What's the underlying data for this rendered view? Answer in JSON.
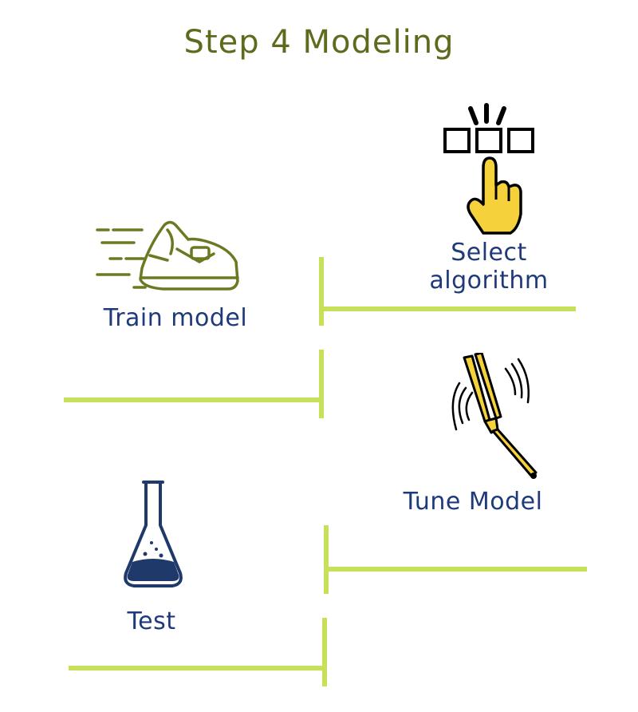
{
  "title": "Step 4 Modeling",
  "steps": [
    {
      "label": "Select",
      "label2": "algorithm",
      "icon": "pointing-hand-select-icon"
    },
    {
      "label": "Train model",
      "icon": "running-shoe-icon"
    },
    {
      "label": "Tune Model",
      "icon": "tuning-fork-icon"
    },
    {
      "label": "Test",
      "icon": "flask-icon"
    }
  ],
  "colors": {
    "title": "#5c6b1c",
    "label": "#1f3a7a",
    "connector": "#c7e05a",
    "shoe": "#6b7a22",
    "yellow": "#f5d23c",
    "flask": "#1f3a6a"
  }
}
